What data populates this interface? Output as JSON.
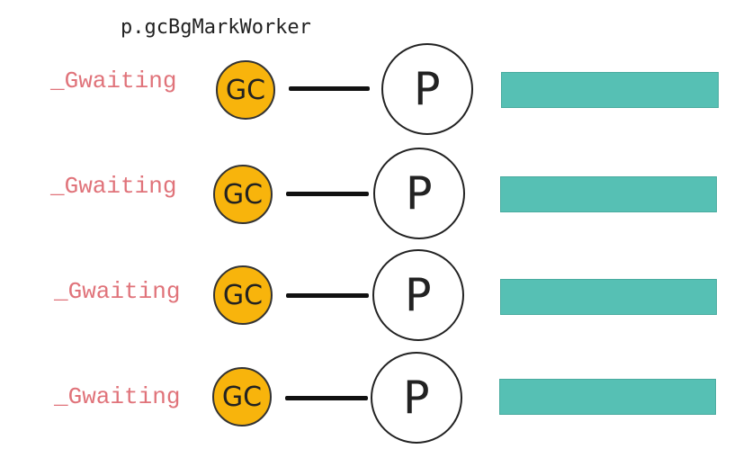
{
  "title": "p.gcBgMarkWorker",
  "rows": [
    {
      "state": "_Gwaiting",
      "gc_label": "GC",
      "p_label": "P"
    },
    {
      "state": "_Gwaiting",
      "gc_label": "GC",
      "p_label": "P"
    },
    {
      "state": "_Gwaiting",
      "gc_label": "GC",
      "p_label": "P"
    },
    {
      "state": "_Gwaiting",
      "gc_label": "GC",
      "p_label": "P"
    }
  ],
  "colors": {
    "gc_fill": "#f8b40c",
    "bar_fill": "#56c0b4",
    "state_text": "#e0737a"
  }
}
